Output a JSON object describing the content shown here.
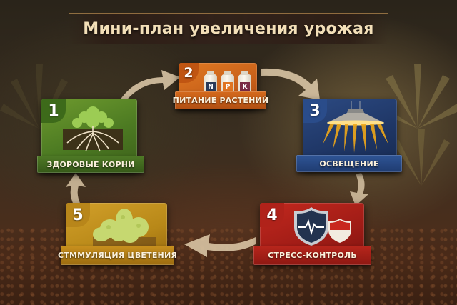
{
  "title": "Мини-план увеличения урожая",
  "steps": [
    {
      "number": "1",
      "label": "Здоровые корни",
      "icon": "tree-roots-icon",
      "color": "#4c7a22"
    },
    {
      "number": "2",
      "label": "Питание растений",
      "icon": "npk-bottles-icon",
      "color": "#c8601a",
      "bottles": [
        "N",
        "P",
        "K"
      ]
    },
    {
      "number": "3",
      "label": "Освещение",
      "icon": "grow-lamp-icon",
      "color": "#1e3564"
    },
    {
      "number": "4",
      "label": "Стресс-контроль",
      "icon": "shield-heartbeat-icon",
      "color": "#a01c16"
    },
    {
      "number": "5",
      "label": "Стммуляция цветения",
      "icon": "flower-buds-icon",
      "color": "#b88818"
    }
  ],
  "flow": [
    "1→2",
    "2→3",
    "3→4",
    "4→5",
    "5→1"
  ],
  "colors": {
    "title_text": "#f3dfb8",
    "arrow": "#d8c4a4"
  }
}
